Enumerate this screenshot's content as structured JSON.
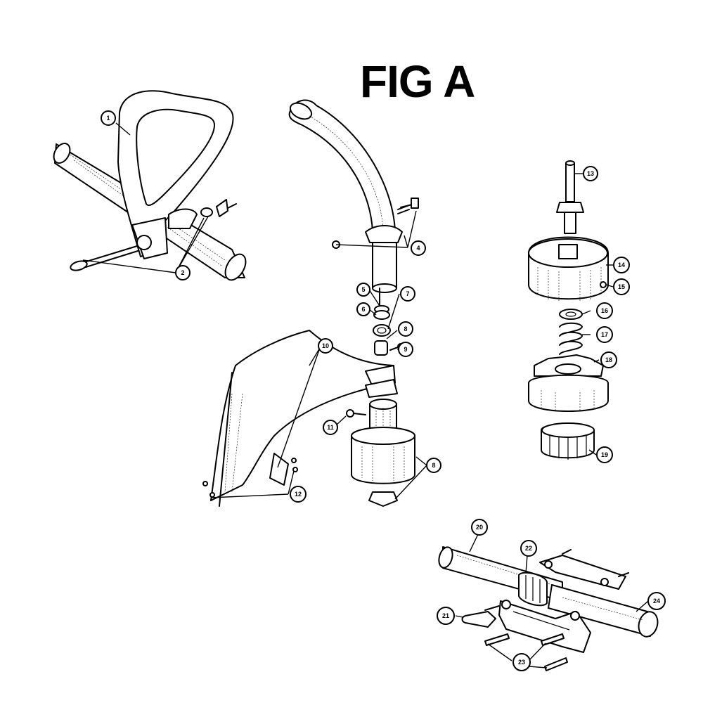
{
  "figure": {
    "title": "FIG A"
  },
  "callouts": [
    {
      "id": "c1",
      "label": "1"
    },
    {
      "id": "c2",
      "label": "2"
    },
    {
      "id": "c4",
      "label": "4"
    },
    {
      "id": "c5",
      "label": "5"
    },
    {
      "id": "c6",
      "label": "6"
    },
    {
      "id": "c7",
      "label": "7"
    },
    {
      "id": "c8a",
      "label": "8"
    },
    {
      "id": "c9",
      "label": "9"
    },
    {
      "id": "c10",
      "label": "10"
    },
    {
      "id": "c11",
      "label": "11"
    },
    {
      "id": "c8b",
      "label": "8"
    },
    {
      "id": "c12",
      "label": "12"
    },
    {
      "id": "c13",
      "label": "13"
    },
    {
      "id": "c14",
      "label": "14"
    },
    {
      "id": "c15",
      "label": "15"
    },
    {
      "id": "c16",
      "label": "16"
    },
    {
      "id": "c17",
      "label": "17"
    },
    {
      "id": "c18",
      "label": "18"
    },
    {
      "id": "c19",
      "label": "19"
    },
    {
      "id": "c20",
      "label": "20"
    },
    {
      "id": "c21",
      "label": "21"
    },
    {
      "id": "c22",
      "label": "22"
    },
    {
      "id": "c23",
      "label": "23"
    },
    {
      "id": "c24",
      "label": "24"
    }
  ]
}
